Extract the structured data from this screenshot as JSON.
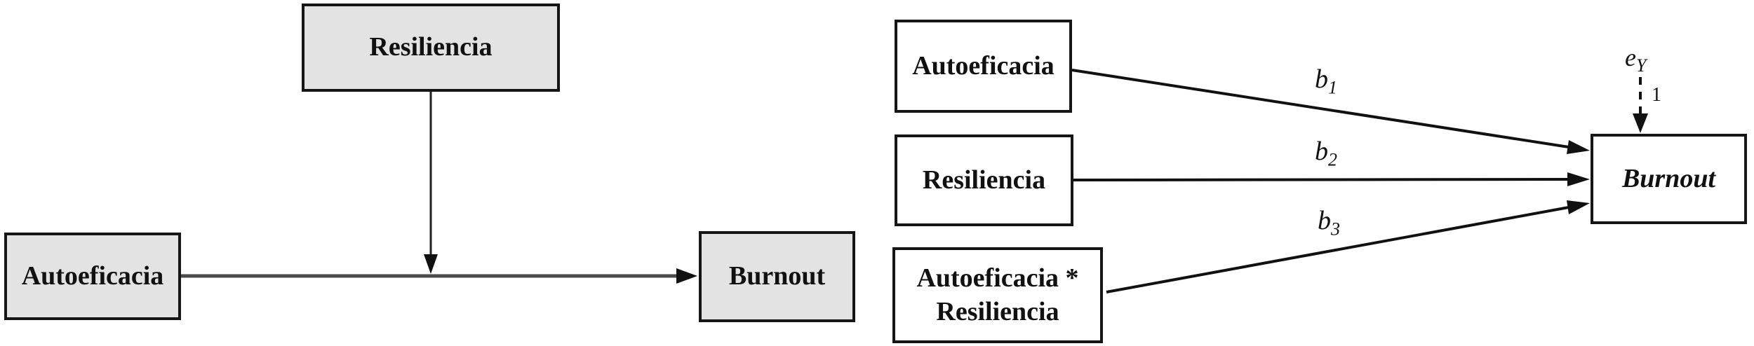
{
  "conceptual": {
    "resiliencia_label": "Resiliencia",
    "autoeficacia_label": "Autoeficacia",
    "burnout_label": "Burnout"
  },
  "statistical": {
    "autoeficacia_label": "Autoeficacia",
    "resiliencia_label": "Resiliencia",
    "interaction_line1": "Autoeficacia *",
    "interaction_line2": "Resiliencia",
    "burnout_label": "Burnout",
    "path_labels": {
      "b1": {
        "base": "b",
        "sub": "1"
      },
      "b2": {
        "base": "b",
        "sub": "2"
      },
      "b3": {
        "base": "b",
        "sub": "3"
      }
    },
    "error_term": {
      "base": "e",
      "sub": "Y"
    },
    "error_path_weight": "1"
  },
  "colors": {
    "background": "#ffffff",
    "conceptual_box_fill": "#e3e3e3",
    "statistical_box_fill": "#ffffff",
    "box_border": "#151515",
    "statistical_line": "#111111",
    "conceptual_direct_line": "#4a4a4a"
  }
}
